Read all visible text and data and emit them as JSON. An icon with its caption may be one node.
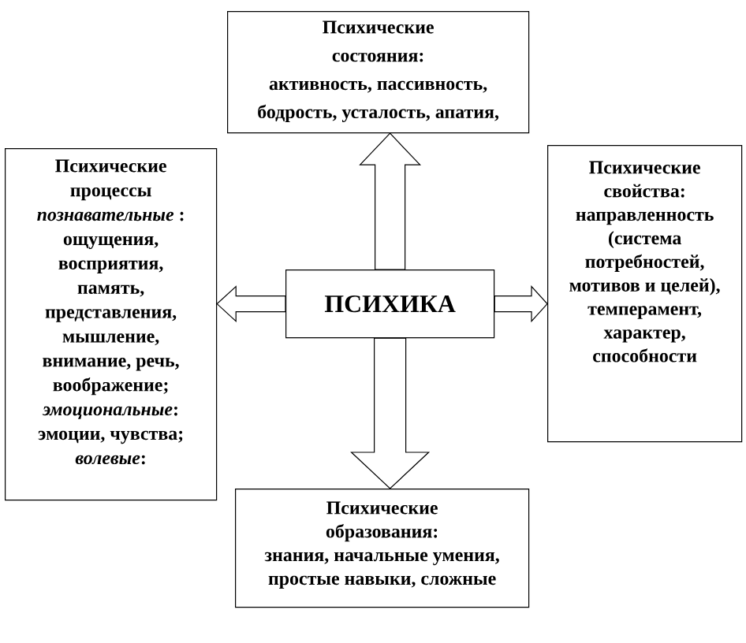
{
  "diagram": {
    "nodes": [
      {
        "text": [
          "Психические состояния:",
          "активность, пассивность, бодрость, усталость, апатия,"
        ]
      },
      {
        "text": [
          "Психические процессы",
          "*познавательные* : ощущения, восприятия, память, представления, мышление, внимание, речь, воображение; *эмоциональные*: эмоции, чувства; *волевые*:"
        ]
      },
      {
        "text": [
          "ПСИХИКА"
        ]
      },
      {
        "text": [
          "Психические свойства:",
          "направленность (система потребностей, мотивов и целей), темперамент, характер, способности"
        ]
      },
      {
        "text": [
          "Психические образования:",
          "знания, начальные умения, простые навыки, сложные"
        ]
      }
    ],
    "edges": [
      {
        "from": 2,
        "to": 0,
        "arrow": "to"
      },
      {
        "from": 2,
        "to": 1,
        "arrow": "to"
      },
      {
        "from": 2,
        "to": 3,
        "arrow": "to"
      },
      {
        "from": 2,
        "to": 4,
        "arrow": "to"
      }
    ]
  }
}
